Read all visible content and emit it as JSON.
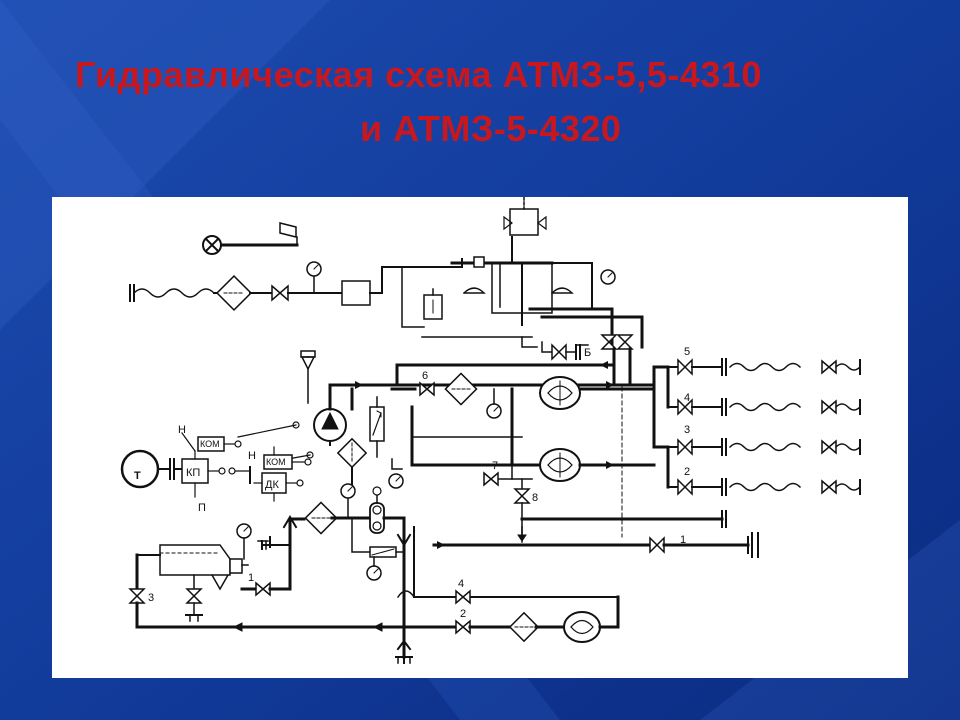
{
  "slide": {
    "title_line1": "Гидравлическая схема АТМЗ-5,5-4310",
    "title_line2": "и АТМЗ-5-4320",
    "colors": {
      "background": "#0d2f8a",
      "background_light": "#2f5fc2",
      "title": "#c8181e",
      "diagram_bg": "#ffffff",
      "ink": "#111111"
    }
  },
  "scheme": {
    "blocks": {
      "tank": "T",
      "cp": "КП",
      "dk": "ДК",
      "kom_top": "КОМ",
      "kom_mid": "КОМ"
    },
    "labels": {
      "h_left": "Н",
      "h_mid": "Н",
      "ii": "П",
      "dev_b": "Б"
    },
    "valve_numbers": [
      "1",
      "2",
      "3",
      "4",
      "5",
      "6",
      "7",
      "8"
    ],
    "icons": [
      "pressure-gauge-icon",
      "filter-icon",
      "check-valve-icon",
      "flowmeter-icon",
      "pump-icon",
      "shutoff-valve-icon",
      "hose-connector-icon",
      "tank-icon"
    ]
  }
}
